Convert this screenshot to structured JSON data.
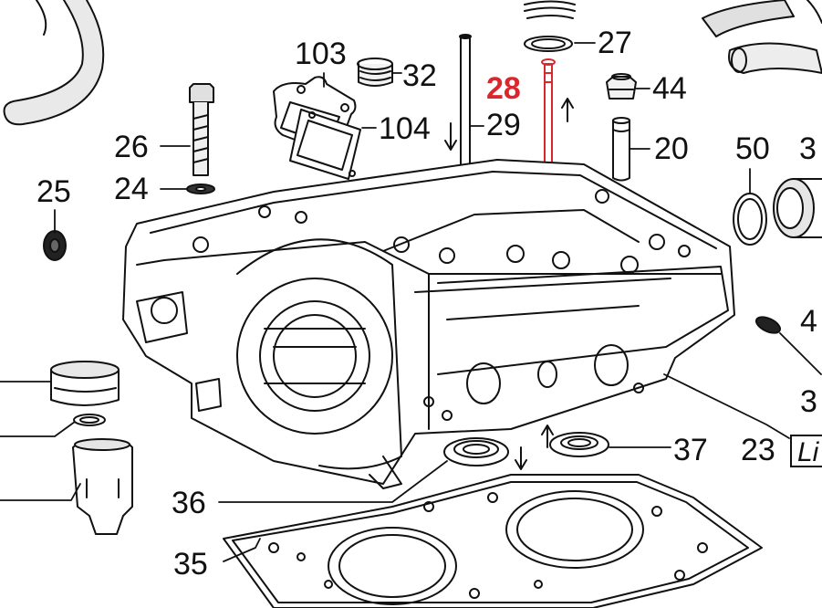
{
  "diagram": {
    "highlight_color": "#d9272e",
    "line_color": "#111111",
    "highlighted_part": "28",
    "callouts": {
      "p103": "103",
      "p32": "32",
      "p27": "27",
      "p28": "28",
      "p44": "44",
      "p26": "26",
      "p104": "104",
      "p29": "29",
      "p20": "20",
      "p50": "50",
      "p3a": "3",
      "p25": "25",
      "p24": "24",
      "p4": "4",
      "p3b": "3",
      "p37": "37",
      "p23": "23",
      "p36": "36",
      "p35": "35"
    },
    "boxed_label": "Li",
    "parts_drawn": [
      "cylinder-head",
      "valve-29",
      "valve-28",
      "valve-guide-20",
      "seal-44",
      "spring-seat-27",
      "valve-spring",
      "gasket-104",
      "cover-103",
      "cap-32",
      "bolt-26",
      "washer-24",
      "plug-25",
      "seal-50",
      "seal-37",
      "seal-36",
      "head-gasket-35",
      "hose",
      "tappet"
    ]
  }
}
